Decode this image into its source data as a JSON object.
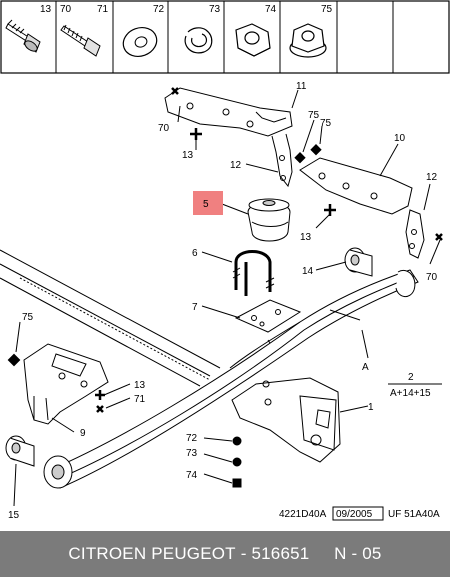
{
  "parts_header": [
    "13",
    "70",
    "71",
    "72",
    "73",
    "74",
    "75"
  ],
  "callouts": {
    "c11": "11",
    "c70a": "70",
    "c75a": "75",
    "c13a": "13",
    "c75b": "75",
    "c12a": "12",
    "c10": "10",
    "c12b": "12",
    "c5": "5",
    "c13b": "13",
    "c70b": "70",
    "c6": "6",
    "c14": "14",
    "c7": "7",
    "c75c": "75",
    "cA": "A",
    "c2": "2",
    "c13c": "13",
    "c71": "71",
    "c9": "9",
    "c1": "1",
    "c72": "72",
    "c73": "73",
    "c74": "74",
    "c15": "15"
  },
  "formula": "A+14+15",
  "reference": {
    "code": "4221D40A",
    "date": "09/2005",
    "uf": "UF 51A40A"
  },
  "footer": {
    "brand": "CITROEN PEUGEOT",
    "separator": " - ",
    "part_number": "516651",
    "page": "N - 05"
  },
  "colors": {
    "highlight": "#f08080",
    "footer_bg": "#7b7b7b"
  }
}
